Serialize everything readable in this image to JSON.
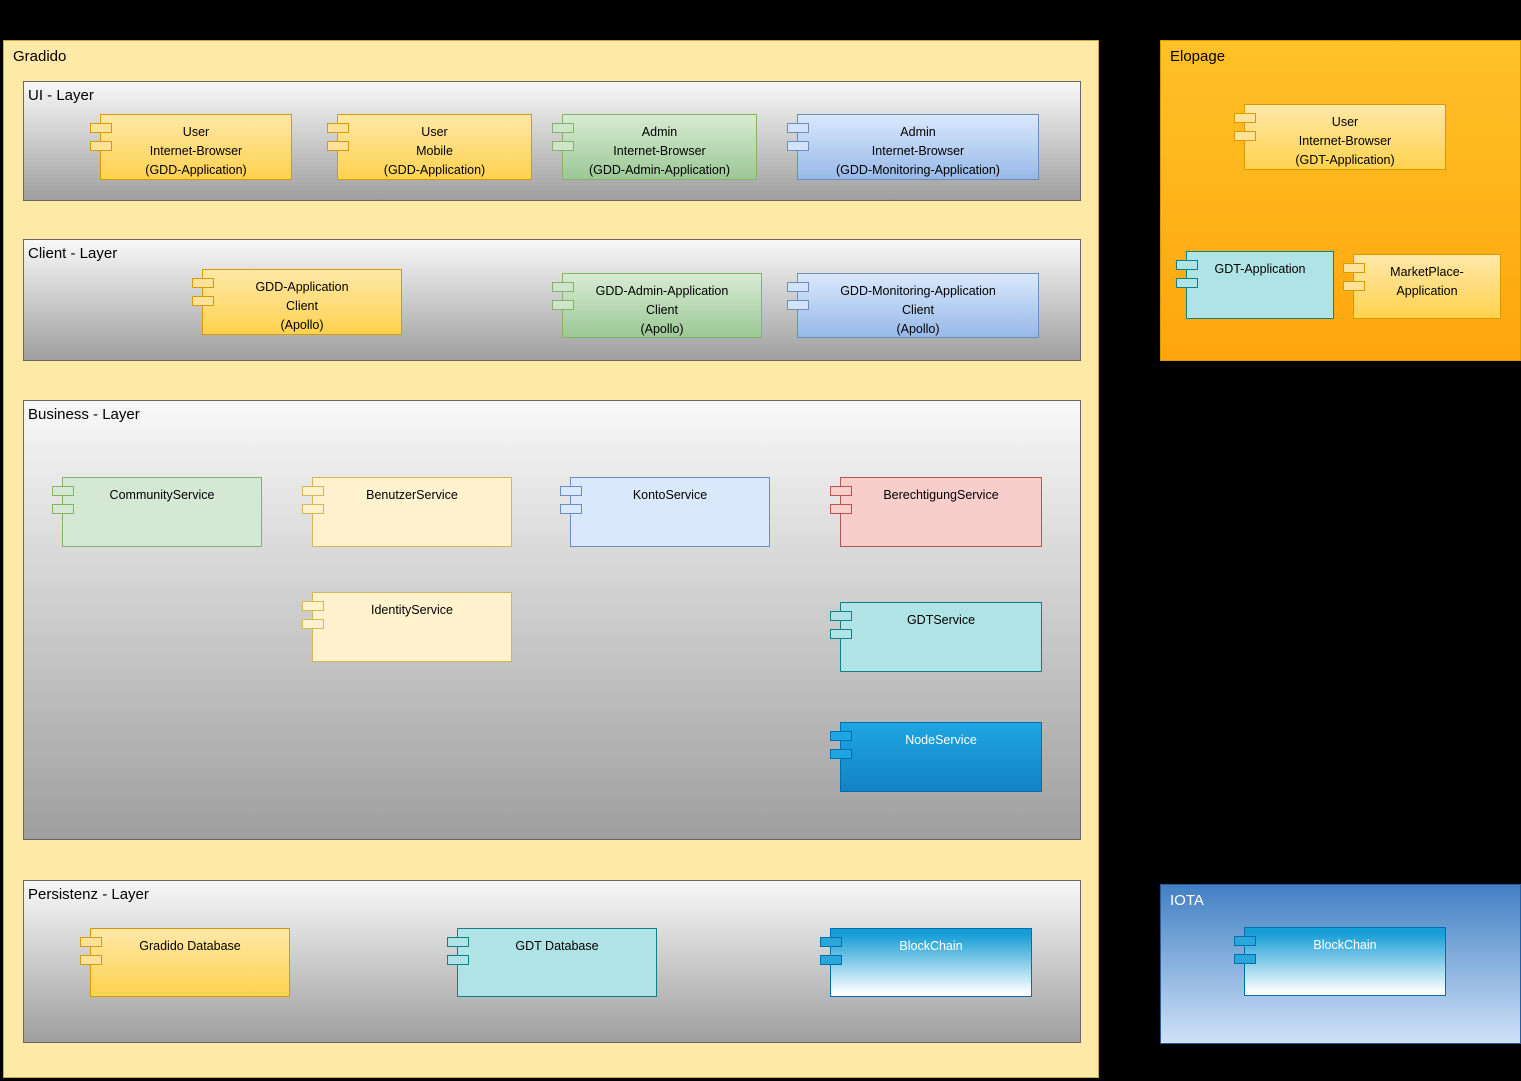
{
  "containers": {
    "gradido": {
      "title": "Gradido"
    },
    "elopage": {
      "title": "Elopage"
    },
    "iota": {
      "title": "IOTA"
    }
  },
  "layers": {
    "ui": {
      "title": "UI - Layer"
    },
    "client": {
      "title": "Client - Layer"
    },
    "business": {
      "title": "Business - Layer"
    },
    "persistenz": {
      "title": "Persistenz - Layer"
    }
  },
  "components": {
    "ui_user_browser": {
      "label": "User\nInternet-Browser\n(GDD-Application)"
    },
    "ui_user_mobile": {
      "label": "User\nMobile\n(GDD-Application)"
    },
    "ui_admin_browser": {
      "label": "Admin\nInternet-Browser\n(GDD-Admin-Application)"
    },
    "ui_admin_monitoring": {
      "label": "Admin\nInternet-Browser\n(GDD-Monitoring-Application)"
    },
    "client_gdd": {
      "label": "GDD-Application\nClient\n(Apollo)"
    },
    "client_admin": {
      "label": "GDD-Admin-Application\nClient\n(Apollo)"
    },
    "client_monitoring": {
      "label": "GDD-Monitoring-Application\nClient\n(Apollo)"
    },
    "community_service": {
      "label": "CommunityService"
    },
    "benutzer_service": {
      "label": "BenutzerService"
    },
    "konto_service": {
      "label": "KontoService"
    },
    "berechtigung_service": {
      "label": "BerechtigungService"
    },
    "identity_service": {
      "label": "IdentityService"
    },
    "gdt_service": {
      "label": "GDTService"
    },
    "node_service": {
      "label": "NodeService"
    },
    "gradido_database": {
      "label": "Gradido Database"
    },
    "gdt_database": {
      "label": "GDT Database"
    },
    "blockchain_gdd": {
      "label": "BlockChain"
    },
    "elopage_user_browser": {
      "label": "User\nInternet-Browser\n(GDT-Application)"
    },
    "gdt_application": {
      "label": "GDT-Application"
    },
    "marketplace_application": {
      "label": "MarketPlace-\nApplication"
    },
    "blockchain_iota": {
      "label": "BlockChain"
    }
  },
  "palette": {
    "page_background": "#000000",
    "gradido_background": "#ffe9a6",
    "elopage_background": "#ffb010",
    "iota_background_top": "#4280c4",
    "iota_background_bottom": "#cfe2f8",
    "layer_gradient_top": "#f8f8f8",
    "layer_gradient_bottom": "#9f9f9f",
    "component_yellow": "#ffd24f",
    "component_cream": "#fff2cc",
    "component_green": "#d5e8d4",
    "component_blue": "#dae8fc",
    "component_pink": "#f8cecc",
    "component_teal": "#b0e3e6",
    "component_node_blue": "#1699d3",
    "border_orange": "#d79b00",
    "border_green": "#82b366",
    "border_blue": "#6c8ebf",
    "border_red": "#b85450",
    "border_teal": "#0e8088",
    "border_dark_blue": "#006eaf"
  }
}
